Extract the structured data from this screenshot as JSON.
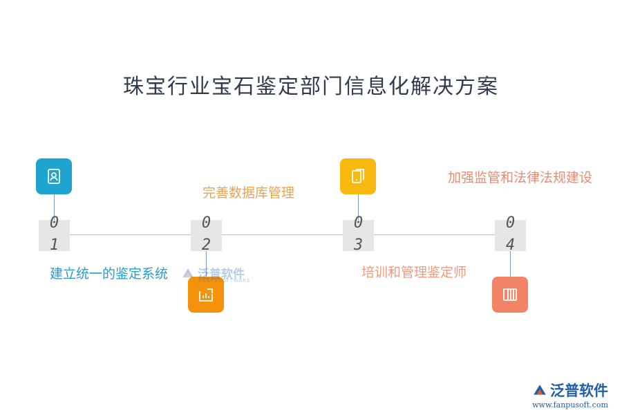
{
  "title": "珠宝行业宝石鉴定部门信息化解决方案",
  "steps": [
    {
      "digit1": "0",
      "digit2": "1",
      "label": "建立统一的鉴定系统",
      "icon": "person-document-icon",
      "color": "#1fa3cf",
      "label_color": "#2a9ac7"
    },
    {
      "digit1": "0",
      "digit2": "2",
      "label": "完善数据库管理",
      "icon": "bar-chart-icon",
      "color": "#f5920c",
      "label_color": "#f0a04a"
    },
    {
      "digit1": "0",
      "digit2": "3",
      "label": "培训和管理鉴定师",
      "icon": "tablet-icon",
      "color": "#f7b90f",
      "label_color": "#ee9a7e"
    },
    {
      "digit1": "0",
      "digit2": "4",
      "label": "加强监管和法律法规建设",
      "icon": "columns-icon",
      "color": "#f08464",
      "label_color": "#ee8a6e"
    }
  ],
  "watermark": {
    "name": "泛普软件",
    "sub": "FANPUSOFTWARE"
  },
  "brand": {
    "name": "泛普软件",
    "url": "www.fanpusoft.com"
  }
}
